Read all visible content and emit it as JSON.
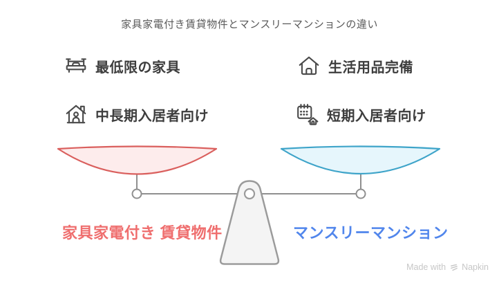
{
  "title": "家具家電付き賃貸物件とマンスリーマンションの違い",
  "features": {
    "left": [
      {
        "icon": "bed-icon",
        "label": "最低限の家具"
      },
      {
        "icon": "house-person-icon",
        "label": "中長期入居者向け"
      }
    ],
    "right": [
      {
        "icon": "house-icon",
        "label": "生活用品完備"
      },
      {
        "icon": "calendar-house-icon",
        "label": "短期入居者向け"
      }
    ]
  },
  "scale": {
    "left_label": "家具家電付き 賃貸物件",
    "right_label": "マンスリーマンション",
    "colors": {
      "left_pan_fill": "#fdecec",
      "left_pan_stroke": "#da5f5d",
      "right_pan_fill": "#e6f6fc",
      "right_pan_stroke": "#3ea4c9",
      "left_label": "#ef6e6e",
      "right_label": "#5186ec",
      "beam": "#8f8f8f",
      "fulcrum_fill": "#f4f4f4",
      "fulcrum_stroke": "#9b9b9b"
    }
  },
  "watermark": {
    "prefix": "Made with",
    "brand": "Napkin",
    "logo_icon": "napkin-logo-icon"
  }
}
